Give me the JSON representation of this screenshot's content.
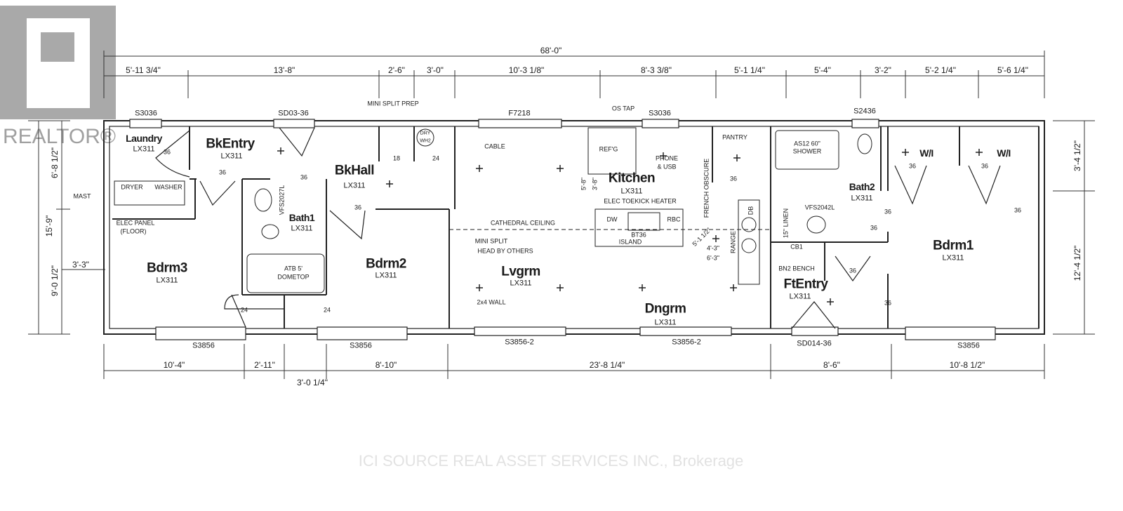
{
  "branding": {
    "logo_text": "REALTOR®",
    "watermark": "ICI SOURCE REAL ASSET SERVICES INC., Brokerage"
  },
  "dimensions": {
    "overall_length": "68'-0\"",
    "overall_width": "15'-9\"",
    "top": [
      "5'-11 3/4\"",
      "13'-8\"",
      "2'-6\"",
      "3'-0\"",
      "10'-3 1/8\"",
      "8'-3 3/8\"",
      "5'-1 1/4\"",
      "5'-4\"",
      "3'-2\"",
      "5'-2 1/4\"",
      "5'-6 1/4\""
    ],
    "bottom": [
      "10'-4\"",
      "2'-11\"",
      "3'-0 1/4\"",
      "8'-10\"",
      "23'-8 1/4\"",
      "8'-6\"",
      "10'-8 1/2\""
    ],
    "left": [
      "6'-8 1/2\"",
      "9'-0 1/2\"",
      "3'-3\""
    ],
    "right": [
      "3'-4 1/2\"",
      "12'-4 1/2\""
    ],
    "interior": [
      "5'-8\"",
      "3'-8\"",
      "5'-1 1/2\"",
      "4'-3\"",
      "6'-3\""
    ]
  },
  "rooms": [
    {
      "name": "Laundry",
      "code": "LX311"
    },
    {
      "name": "BkEntry",
      "code": "LX311"
    },
    {
      "name": "BkHall",
      "code": "LX311"
    },
    {
      "name": "Bath1",
      "code": "LX311"
    },
    {
      "name": "Bdrm3",
      "code": "LX311"
    },
    {
      "name": "Bdrm2",
      "code": "LX311"
    },
    {
      "name": "Lvgrm",
      "code": "LX311"
    },
    {
      "name": "Kitchen",
      "code": "LX311"
    },
    {
      "name": "Dngrm",
      "code": "LX311"
    },
    {
      "name": "FtEntry",
      "code": "LX311"
    },
    {
      "name": "Bath2",
      "code": "LX311"
    },
    {
      "name": "Bdrm1",
      "code": "LX311"
    },
    {
      "name": "W/I"
    },
    {
      "name": "W/I"
    }
  ],
  "windows": {
    "top": [
      "S3036",
      "SD03-36",
      "F7218",
      "S3036",
      "S2436"
    ],
    "bottom": [
      "S3856",
      "S3856",
      "S3856-2",
      "S3856-2",
      "SD014-36",
      "S3856"
    ]
  },
  "notes": {
    "mini_split_prep": "MINI SPLIT PREP",
    "os_tap": "OS TAP",
    "cable": "CABLE",
    "phone": "PHONE",
    "usb": "& USB",
    "pantry": "PANTRY",
    "refg": "REF'G",
    "shower1": "AS12 60\"",
    "shower2": "SHOWER",
    "french_obscure": "FRENCH OBSCURE",
    "dryer": "DRYER",
    "washer": "WASHER",
    "mast": "MAST",
    "elec_panel": "ELEC PANEL",
    "floor": "(FLOOR)",
    "vanity1": "VFS2027L",
    "tub1": "ATB 5'",
    "tub2": "DOMETOP",
    "mini_split_head1": "MINI SPLIT",
    "mini_split_head2": "HEAD BY OTHERS",
    "wall_2x4": "2x4 WALL",
    "cathedral": "CATHEDRAL CEILING",
    "toekick": "ELEC TOEKICK HEATER",
    "dw": "DW",
    "rbc": "RBC",
    "island1": "BT36",
    "island2": "ISLAND",
    "range": "RANGE",
    "db": "DB",
    "vanity2": "VFS2042L",
    "linen": "15\" LINEN",
    "cb1": "CB1",
    "bench": "BN2 BENCH",
    "dry": "DRY",
    "wh2": "WH2"
  },
  "door_sizes": [
    "36",
    "36",
    "36",
    "36",
    "18",
    "24",
    "36",
    "24",
    "24",
    "36",
    "36",
    "36",
    "36",
    "36",
    "36",
    "36"
  ]
}
